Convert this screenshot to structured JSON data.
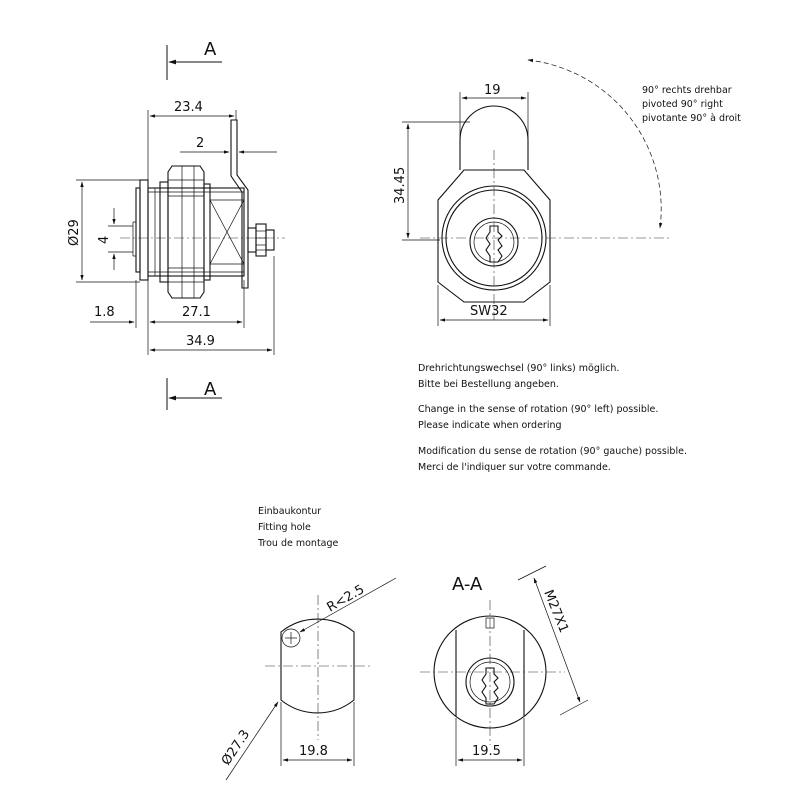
{
  "side_view": {
    "section_marker": "A",
    "dim_overall_body": "23.4",
    "dim_cam_offset": "2",
    "dim_diameter": "Ø29",
    "dim_cam_width": "4",
    "dim_flange": "1.8",
    "dim_body": "27.1",
    "dim_total": "34.9"
  },
  "front_view": {
    "dim_cam_width": "19",
    "dim_height": "34.45",
    "dim_hex": "SW32",
    "rotation_note": [
      "90° rechts drehbar",
      "pivoted 90° right",
      "pivotante 90° à droit"
    ]
  },
  "rotation_info": [
    "Drehrichtungswechsel (90° links) möglich.",
    "Bitte bei Bestellung angeben.",
    "Change in the sense of rotation (90° left) possible.",
    "Please indicate when ordering",
    "Modification du sense de rotation (90° gauche) possible.",
    "Merci de l'indiquer sur votre commande."
  ],
  "fitting_hole": {
    "title": [
      "Einbaukontur",
      "Fitting hole",
      "Trou de montage"
    ],
    "dim_radius": "R<2.5",
    "dim_diameter": "Ø27.3",
    "dim_width": "19.8"
  },
  "section_view": {
    "title": "A-A",
    "dim_thread": "M27X1",
    "dim_width": "19.5"
  }
}
